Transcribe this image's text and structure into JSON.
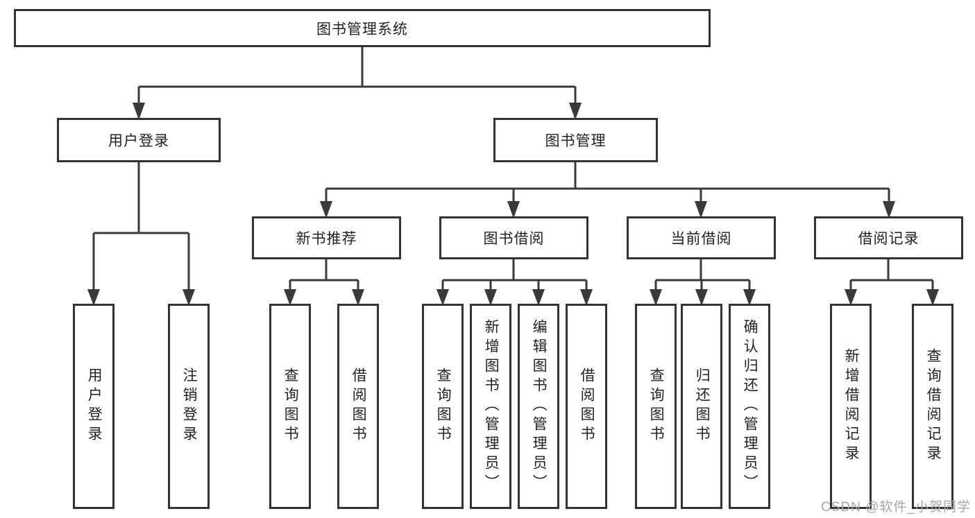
{
  "tree": {
    "root": {
      "label": "图书管理系统"
    },
    "branches": [
      {
        "label": "用户登录",
        "children": [
          {
            "label": "用户登录"
          },
          {
            "label": "注销登录"
          }
        ]
      },
      {
        "label": "图书管理",
        "children": [
          {
            "label": "新书推荐",
            "children": [
              {
                "label": "查询图书"
              },
              {
                "label": "借阅图书"
              }
            ]
          },
          {
            "label": "图书借阅",
            "children": [
              {
                "label": "查询图书"
              },
              {
                "label": "新增图书（管理员）"
              },
              {
                "label": "编辑图书（管理员）"
              },
              {
                "label": "借阅图书"
              }
            ]
          },
          {
            "label": "当前借阅",
            "children": [
              {
                "label": "查询图书"
              },
              {
                "label": "归还图书"
              },
              {
                "label": "确认归还（管理员）"
              }
            ]
          },
          {
            "label": "借阅记录",
            "children": [
              {
                "label": "新增借阅记录"
              },
              {
                "label": "查询借阅记录"
              }
            ]
          }
        ]
      }
    ]
  },
  "watermark": {
    "text": "CSDN @软件_小贺同学"
  },
  "colors": {
    "line": "#3a3a3a",
    "box_border": "#333333",
    "text": "#222222",
    "watermark": "#a6a6a6",
    "background": "#ffffff"
  }
}
